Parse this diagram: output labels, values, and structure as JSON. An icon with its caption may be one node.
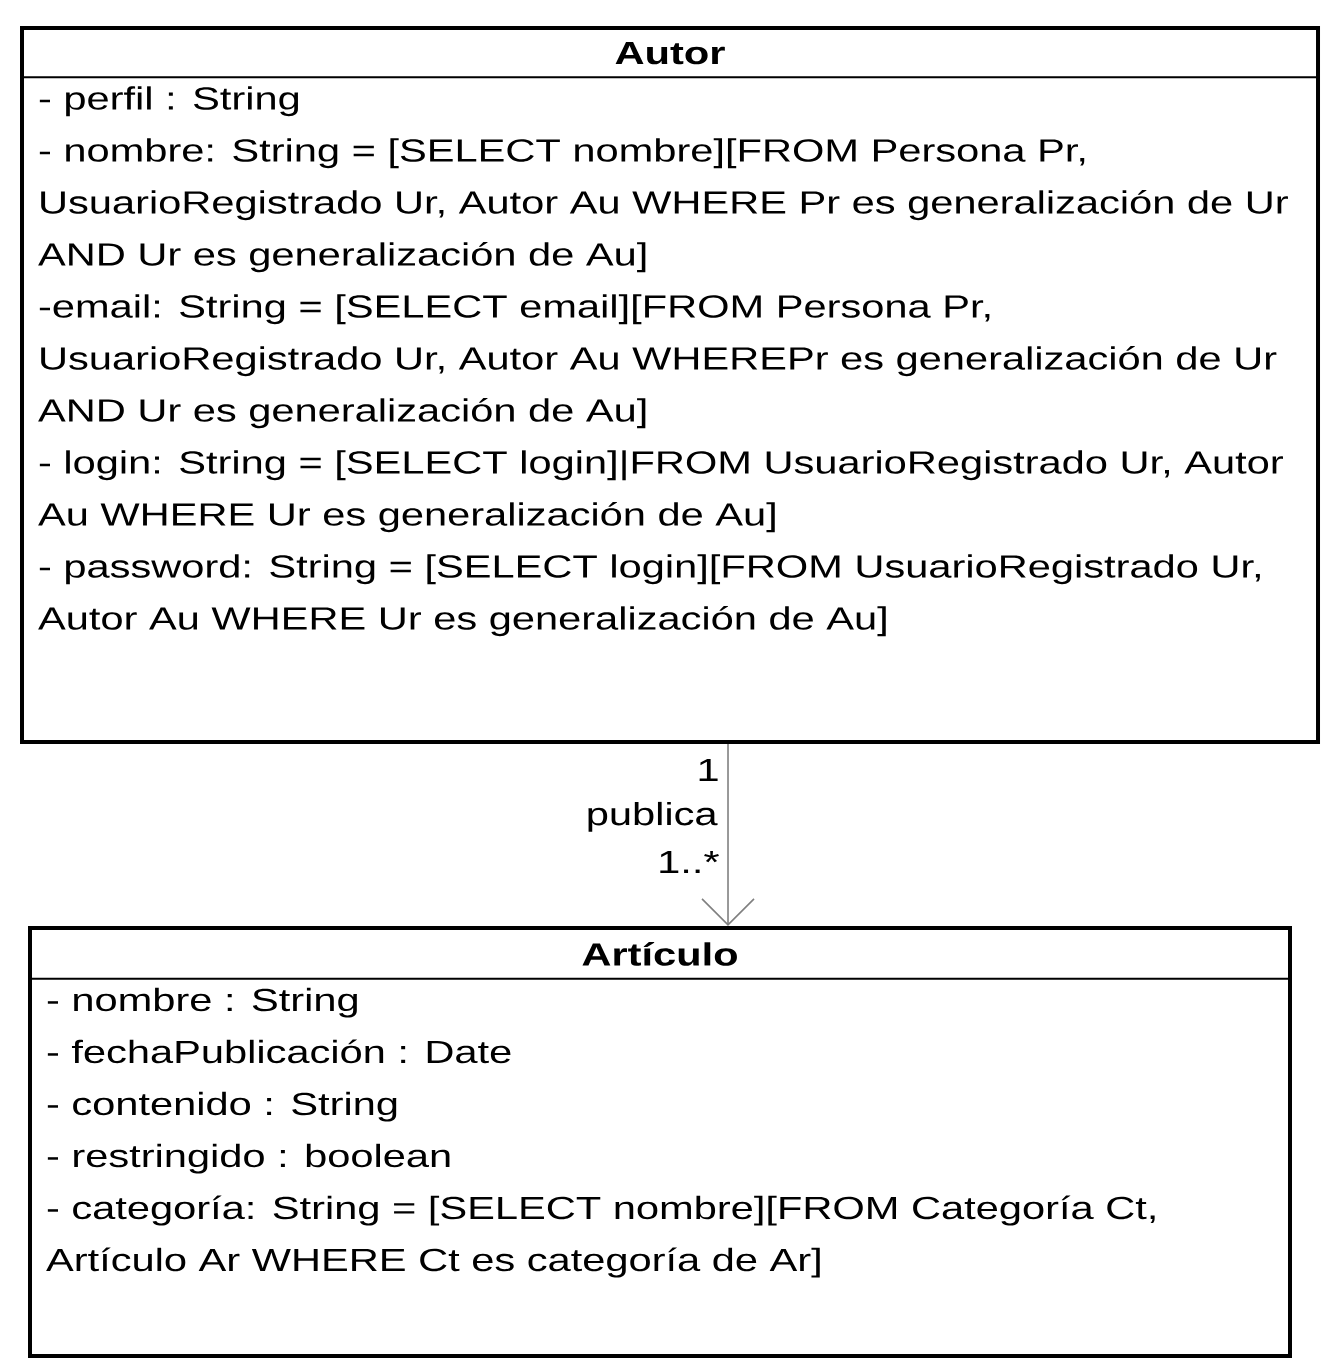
{
  "diagram": {
    "nodes": [
      {
        "text": [
          "Autor",
          "- perfil : String",
          "- nombre: String = [SELECT nombre][FROM Persona Pr, UsuarioRegistrado Ur, Autor Au WHERE Pr es generalización de Ur AND Ur es generalización de Au]",
          "-email: String = [SELECT email][FROM Persona Pr, UsuarioRegistrado Ur, Autor Au WHEREPr es generalización de Ur AND Ur es generalización de Au]",
          "- login: String = [SELECT login]|FROM UsuarioRegistrado Ur, Autor Au WHERE Ur es generalización de Au]",
          "- password: String = [SELECT login][FROM UsuarioRegistrado Ur, Autor Au WHERE Ur es generalización de Au]"
        ]
      },
      {
        "text": [
          "Artículo",
          "- nombre : String",
          "- fechaPublicación : Date",
          "- contenido : String",
          "- restringido : boolean",
          "- categoría: String = [SELECT nombre][FROM Categoría Ct, Artículo Ar WHERE Ct es categoría de Ar]"
        ]
      }
    ],
    "edges": [
      {
        "from": 0,
        "to": 1,
        "arrow": "to",
        "label": "publica"
      }
    ],
    "labels": [
      "1",
      "1..*"
    ]
  }
}
